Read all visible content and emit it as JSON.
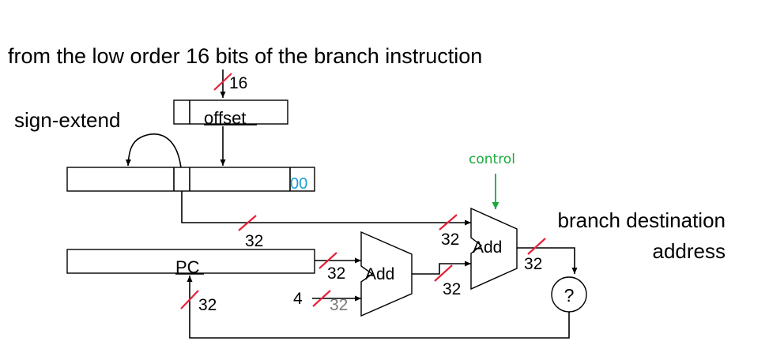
{
  "caption": "from the low order 16 bits of the branch instruction",
  "sign_extend": "sign-extend",
  "offset": "offset",
  "zeros": "00",
  "control": "control",
  "pc": "PC",
  "adder_label": "Add",
  "constant": "4",
  "dest_line1": "branch destination",
  "dest_line2": "address",
  "mux": "?",
  "widths": {
    "in": "16",
    "w32": "32"
  },
  "colors": {
    "slash": "#e8213a",
    "control": "#1aaa3c",
    "zeros": "#1a9fd6"
  }
}
